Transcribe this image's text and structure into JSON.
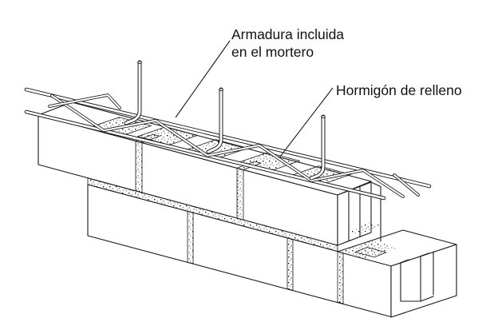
{
  "diagram": {
    "type": "technical-isometric-drawing",
    "subject": "reinforced concrete block masonry wall",
    "background_color": "#ffffff",
    "line_color": "#1a1a1a",
    "text_color": "#111111",
    "labels": {
      "armadura_line1": "Armadura incluida",
      "armadura_line2": "en el mortero",
      "hormigon": "Hormigón de relleno"
    }
  }
}
